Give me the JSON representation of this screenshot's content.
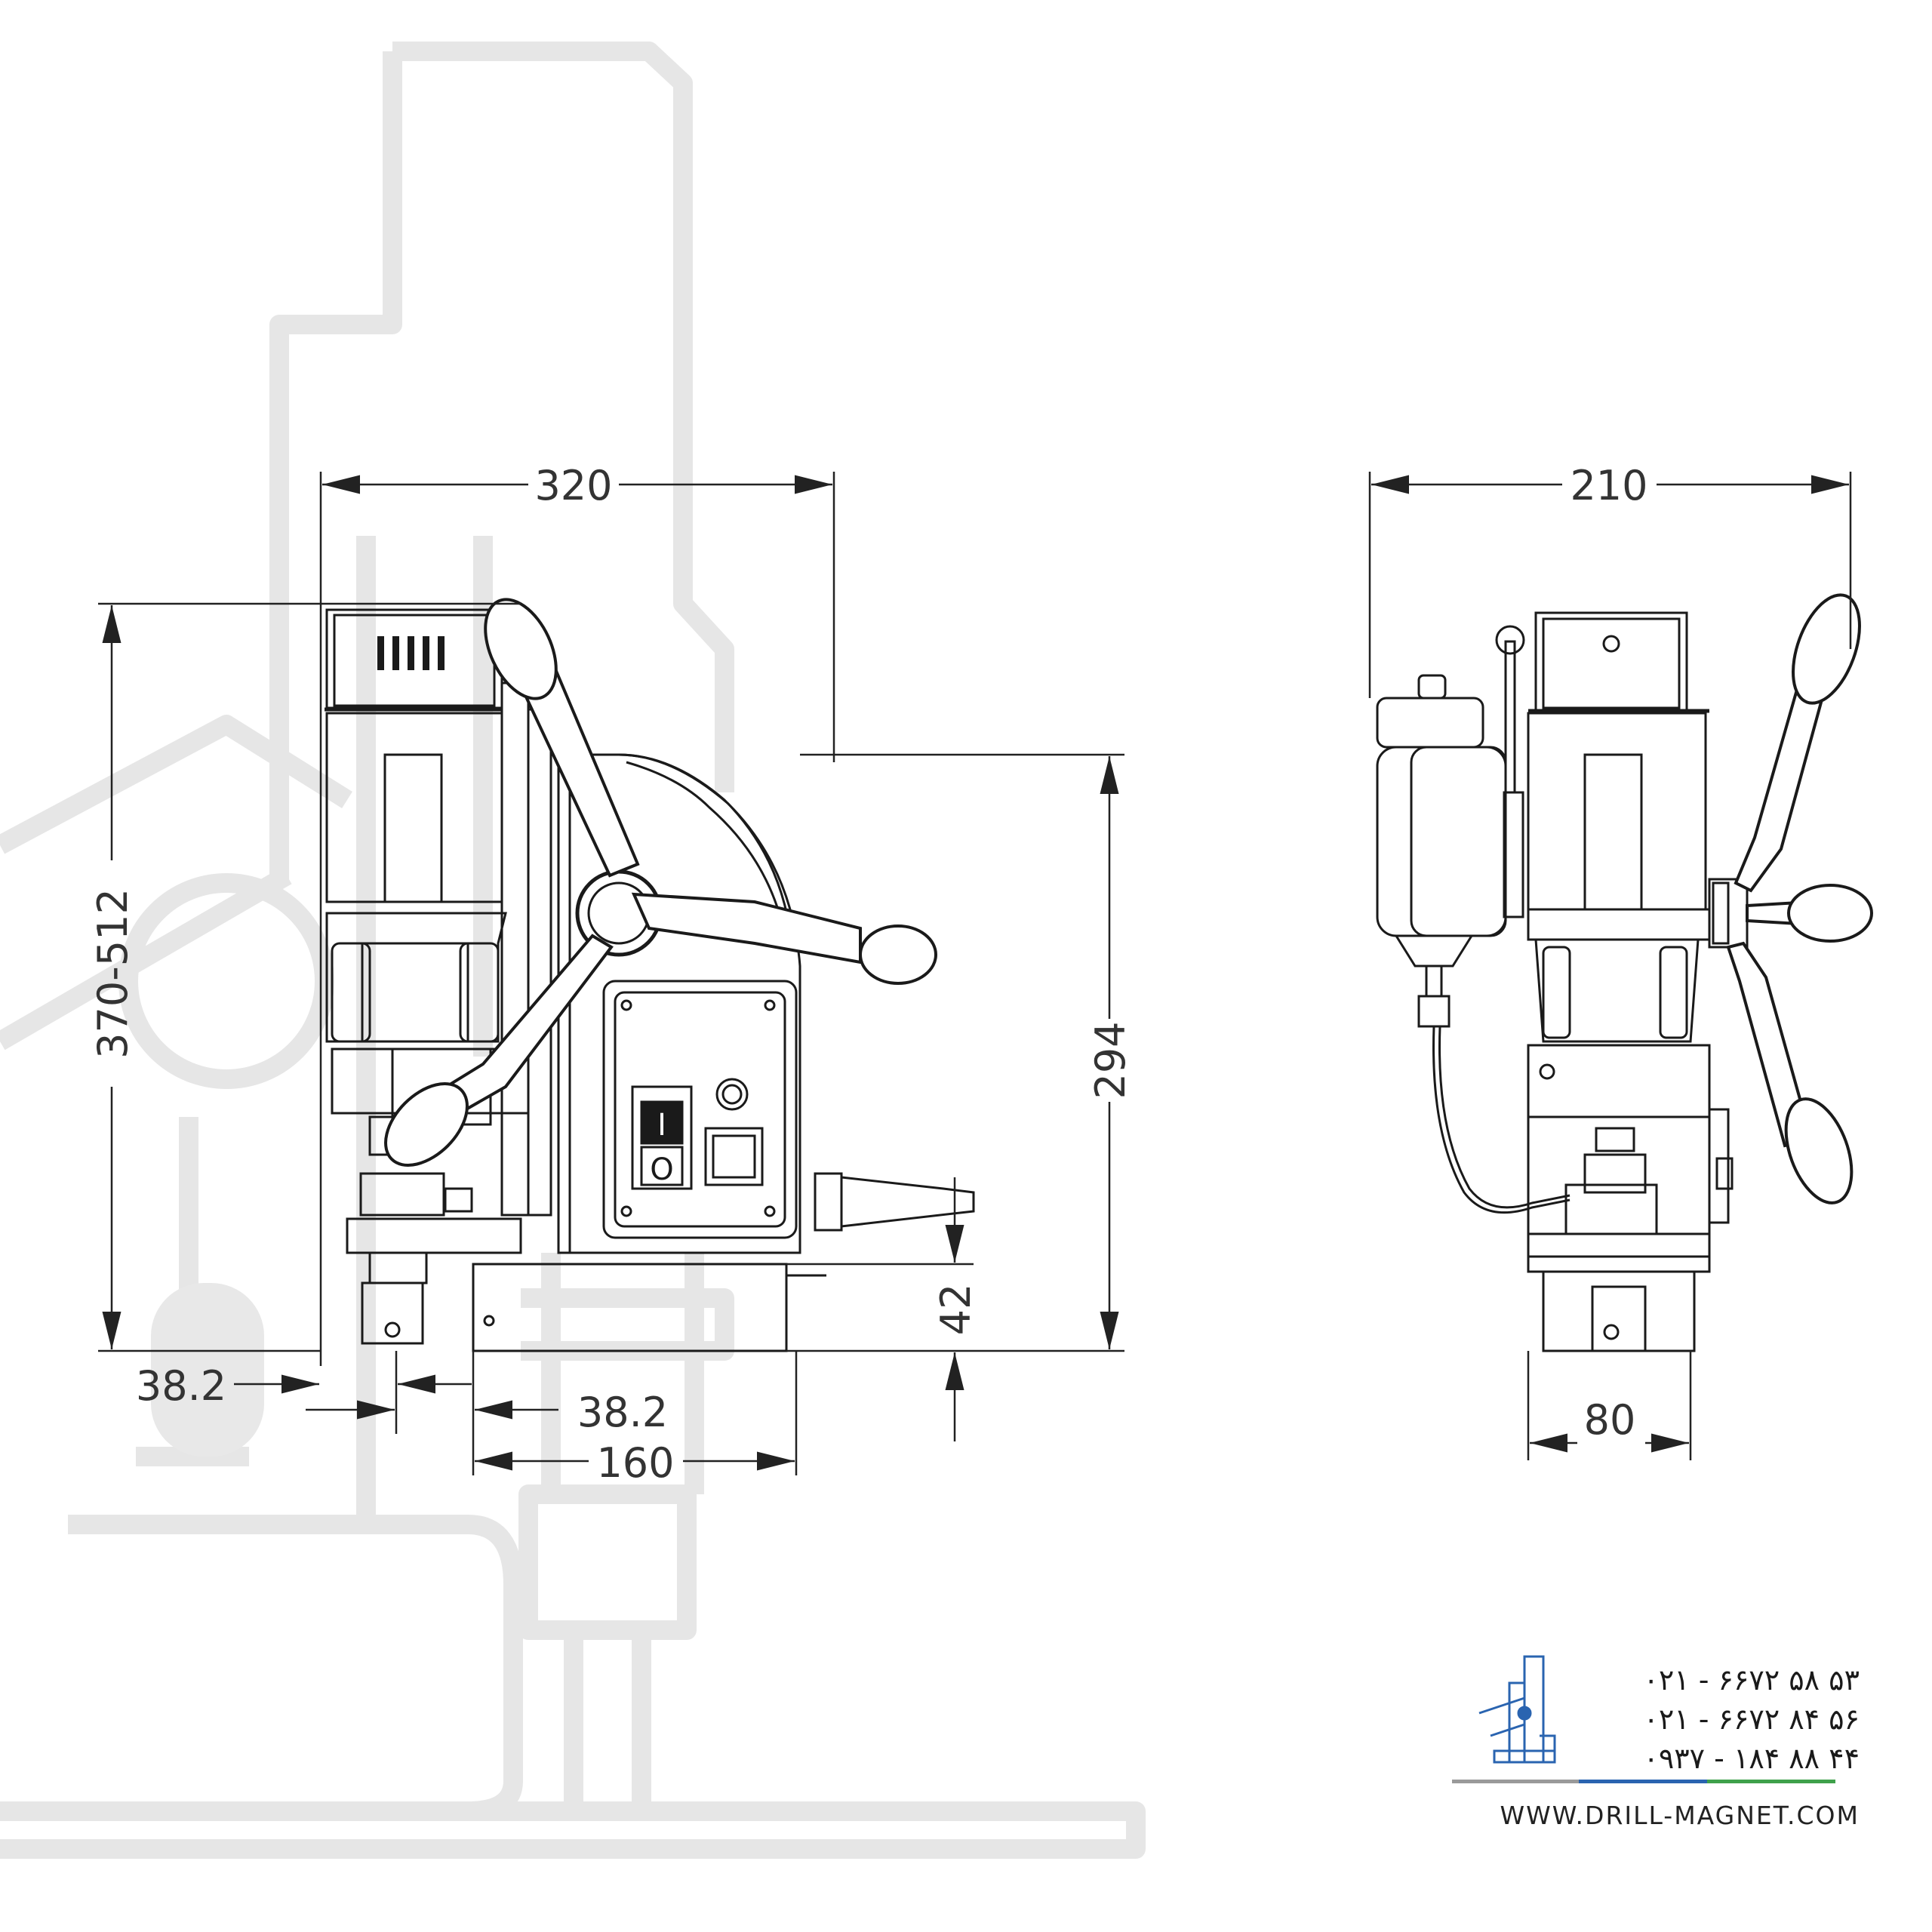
{
  "drawing": {
    "front_view": {
      "width_label": "320",
      "height_label": "370-512",
      "offset_left_label": "38.2",
      "offset_right_label": "38.2",
      "base_width_label": "160",
      "magnet_height_label": "294",
      "base_height_label": "42",
      "switch_on_label": "I",
      "switch_off_label": "O"
    },
    "side_view": {
      "width_label": "210",
      "base_width_label": "80"
    }
  },
  "contact": {
    "phone_1": "۰۲۱ - ۶۶۷۲ ۵۸ ۵۳",
    "phone_2": "۰۲۱ - ۶۶۷۲ ۸۴ ۵۶",
    "phone_3": "۰۹۳۷ - ۱۸۴ ۸۸ ۴۴",
    "website": "WWW.DRILL-MAGNET.COM",
    "rule_colors": [
      "#9a9a9a",
      "#2a64b0",
      "#3fa14b"
    ]
  }
}
